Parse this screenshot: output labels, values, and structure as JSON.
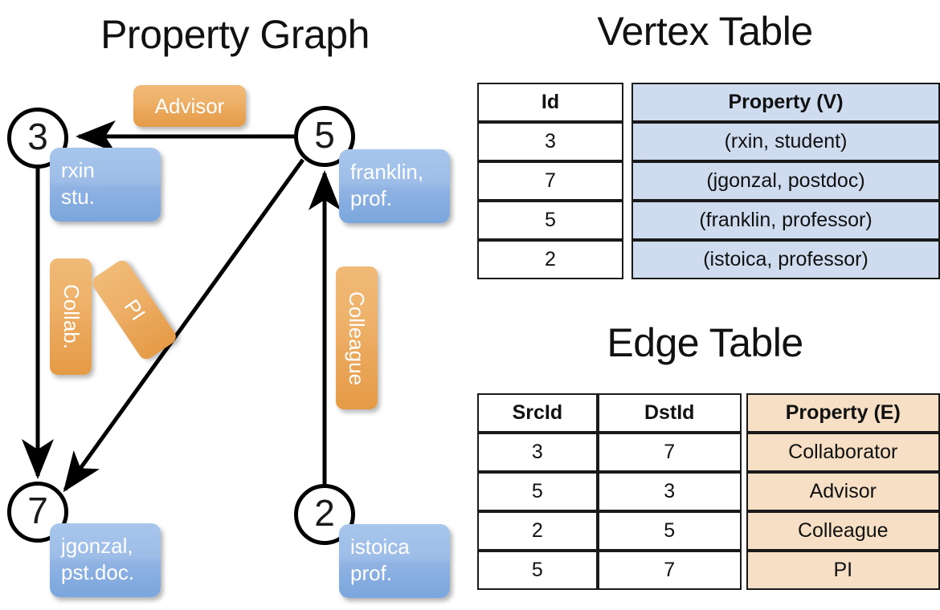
{
  "titles": {
    "property_graph": "Property Graph",
    "vertex_table": "Vertex Table",
    "edge_table": "Edge Table"
  },
  "graph": {
    "nodes": [
      {
        "id": "3",
        "label": "3",
        "property_lines": [
          "rxin",
          "stu."
        ]
      },
      {
        "id": "5",
        "label": "5",
        "property_lines": [
          "franklin,",
          "prof."
        ]
      },
      {
        "id": "7",
        "label": "7",
        "property_lines": [
          "jgonzal,",
          "pst.doc."
        ]
      },
      {
        "id": "2",
        "label": "2",
        "property_lines": [
          "istoica",
          "prof."
        ]
      }
    ],
    "edge_labels": [
      {
        "name": "advisor",
        "text": "Advisor",
        "from": "5",
        "to": "3"
      },
      {
        "name": "collab",
        "text": "Collab.",
        "from": "3",
        "to": "7"
      },
      {
        "name": "pi",
        "text": "PI",
        "from": "5",
        "to": "7"
      },
      {
        "name": "colleague",
        "text": "Colleague",
        "from": "2",
        "to": "5"
      }
    ],
    "colors": {
      "vertex_box": "#8fb2e3",
      "edge_box": "#eaa85c",
      "stroke": "#000000"
    }
  },
  "vertex_table": {
    "headers": [
      "Id",
      "Property (V)"
    ],
    "rows": [
      {
        "id": "3",
        "property": "(rxin, student)"
      },
      {
        "id": "7",
        "property": "(jgonzal, postdoc)"
      },
      {
        "id": "5",
        "property": "(franklin, professor)"
      },
      {
        "id": "2",
        "property": "(istoica, professor)"
      }
    ],
    "property_column_color": "#cfdcef"
  },
  "edge_table": {
    "headers": [
      "SrcId",
      "DstId",
      "Property (E)"
    ],
    "rows": [
      {
        "src": "3",
        "dst": "7",
        "property": "Collaborator"
      },
      {
        "src": "5",
        "dst": "3",
        "property": "Advisor"
      },
      {
        "src": "2",
        "dst": "5",
        "property": "Colleague"
      },
      {
        "src": "5",
        "dst": "7",
        "property": "PI"
      }
    ],
    "property_column_color": "#f6dfc4"
  }
}
